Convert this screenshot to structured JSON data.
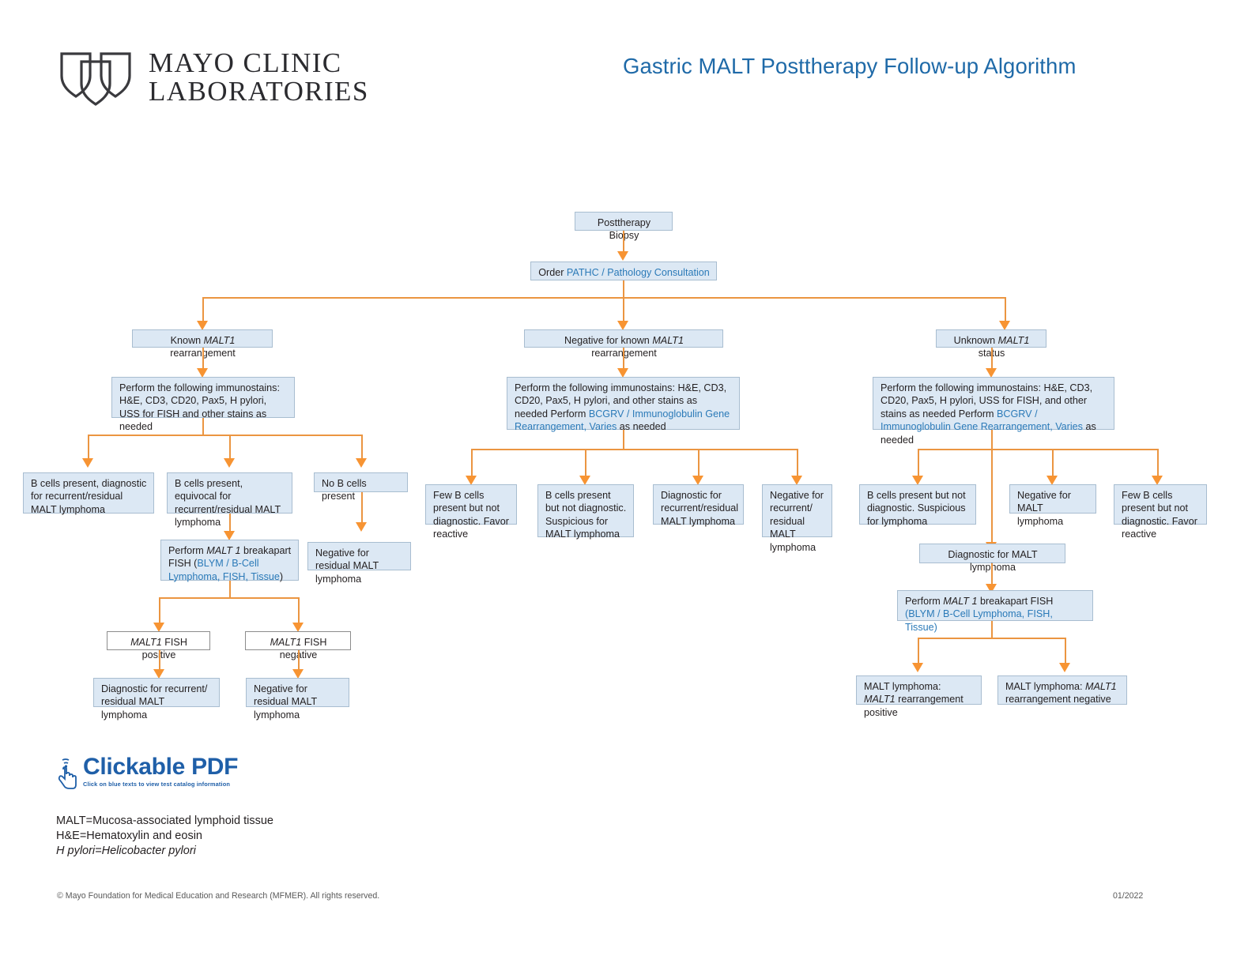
{
  "header": {
    "brand_line1": "MAYO CLINIC",
    "brand_line2": "LABORATORIES",
    "logo_icon": "mayo-shields-icon",
    "title": "Gastric MALT Posttherapy Follow-up Algorithm"
  },
  "flow": {
    "root": "Posttherapy Biopsy",
    "order_prefix": "Order ",
    "order_link": "PATHC / Pathology Consultation",
    "branch_left": {
      "title_pre": "Known ",
      "title_em": "MALT1",
      "title_post": " rearrangement",
      "immunostains": "Perform the following immunostains: H&E, CD3, CD20, Pax5, H pylori, USS for FISH and other stains as needed",
      "outcome_1": "B cells present, diagnostic for recurrent/residual MALT lymphoma",
      "outcome_2": "B cells present, equivocal for recurrent/residual MALT lymphoma",
      "outcome_3": "No B cells present",
      "outcome_3_child": "Negative for residual MALT lymphoma",
      "fish_pre": "Perform ",
      "fish_em": "MALT 1",
      "fish_mid": " breakapart FISH (",
      "fish_link": "BLYM / B-Cell Lymphoma, FISH, Tissue",
      "fish_post": ")",
      "fish_pos_em": "MALT1",
      "fish_pos_post": " FISH positive",
      "fish_neg_em": "MALT1",
      "fish_neg_post": " FISH negative",
      "fish_pos_result": "Diagnostic for recurrent/ residual MALT lymphoma",
      "fish_neg_result": "Negative for residual MALT lymphoma"
    },
    "branch_middle": {
      "title_pre": "Negative for known ",
      "title_em": "MALT1",
      "title_post": " rearrangement",
      "immunostains_pre": "Perform the following immunostains: H&E, CD3, CD20, Pax5, H pylori, and other stains as needed Perform ",
      "immunostains_link": "BCGRV / Immunoglobulin Gene Rearrangement, Varies",
      "immunostains_post": " as needed",
      "outcome_1": "Few B cells present but not diagnostic. Favor reactive",
      "outcome_2": "B cells present but not diagnostic. Suspicious for MALT lymphoma",
      "outcome_3": "Diagnostic for recurrent/residual MALT lymphoma",
      "outcome_4": "Negative for recurrent/ residual MALT lymphoma"
    },
    "branch_right": {
      "title_pre": "Unknown ",
      "title_em": "MALT1",
      "title_post": " status",
      "immunostains_pre": "Perform the following immunostains: H&E, CD3, CD20, Pax5, H pylori, USS for FISH, and other stains as needed Perform ",
      "immunostains_link": "BCGRV / Immunoglobulin Gene Rearrangement, Varies",
      "immunostains_post": " as needed",
      "outcome_1": "B cells present but not diagnostic. Suspicious for lymphoma",
      "outcome_2": "Negative for MALT lymphoma",
      "outcome_3": "Few B cells present but not diagnostic. Favor reactive",
      "diagnostic": "Diagnostic for MALT lymphoma",
      "fish_pre": "Perform ",
      "fish_em": "MALT 1",
      "fish_mid": " breakapart FISH",
      "fish_link": "(BLYM / B-Cell Lymphoma, FISH, Tissue)",
      "result_pos_pre": "MALT lymphoma: ",
      "result_pos_em": "MALT1",
      "result_pos_post": " rearrangement positive",
      "result_neg_pre": "MALT lymphoma: ",
      "result_neg_em": "MALT1",
      "result_neg_post": " rearrangement negative"
    }
  },
  "footer": {
    "pdf_badge_icon": "clicking-hand-icon",
    "pdf_badge_title": "Clickable PDF",
    "pdf_badge_sub": "Click on blue texts to view test catalog information",
    "abbrev_1": "MALT=Mucosa-associated lymphoid tissue",
    "abbrev_2": "H&E=Hematoxylin and eosin",
    "abbrev_3": "H pylori=Helicobacter pylori",
    "copyright": "© Mayo Foundation for Medical Education and Research (MFMER). All rights reserved.",
    "date": "01/2022"
  },
  "colors": {
    "title_blue": "#1f6aa8",
    "link_blue": "#2b7ab8",
    "node_fill": "#dce8f4",
    "node_border": "#a8bdd0",
    "connector_orange": "#eb9541"
  }
}
